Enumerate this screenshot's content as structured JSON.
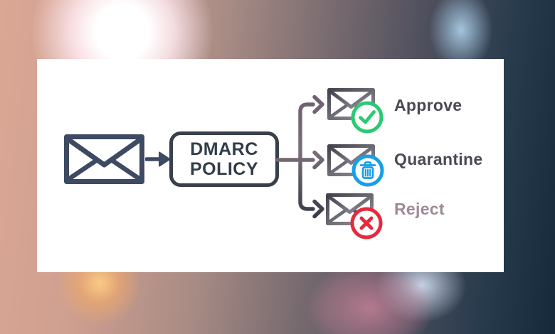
{
  "diagram": {
    "source_email": {
      "icon": "envelope-icon"
    },
    "flow_arrow": {
      "icon": "arrow-right-icon"
    },
    "policy_box": {
      "line1": "DMARC",
      "line2": "POLICY"
    },
    "connector": {
      "branch_count": 3,
      "arrowhead_icon": "arrow-right-icon"
    },
    "outcomes": [
      {
        "label": "Approve",
        "envelope_icon": "envelope-icon",
        "badge_icon": "checkmark-icon",
        "badge_color": "#2aca72",
        "label_color": "#494a53"
      },
      {
        "label": "Quarantine",
        "envelope_icon": "envelope-icon",
        "badge_icon": "trash-icon",
        "badge_color": "#189fe8",
        "label_color": "#494a53"
      },
      {
        "label": "Reject",
        "envelope_icon": "envelope-icon",
        "badge_icon": "x-icon",
        "badge_color": "#e62a3d",
        "label_color": "#9d8a97"
      }
    ]
  },
  "colors": {
    "card_bg": "#ffffff",
    "primary_stroke": "#3d4a62",
    "policy_border": "#39404b",
    "policy_text": "#323d4b",
    "small_envelope_dark": "#45444e",
    "small_envelope_light": "#93929b",
    "connector_top": "#6e6070",
    "connector_mid": "#7b6d78",
    "connector_bottom": "#2e3743",
    "badge_inner": "#ffffff",
    "background_left": "#dba795",
    "background_right": "#16293b"
  }
}
